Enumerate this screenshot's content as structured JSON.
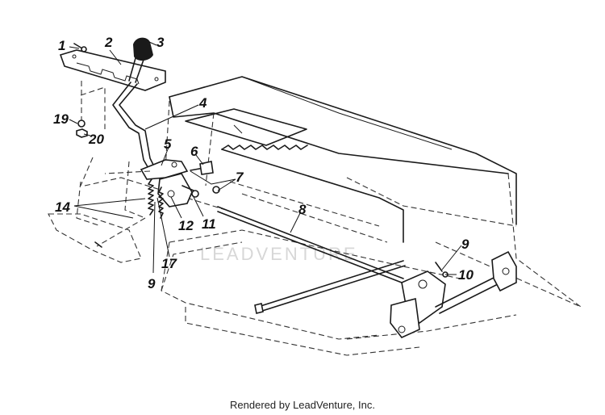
{
  "callouts": [
    {
      "id": "1",
      "label": "1"
    },
    {
      "id": "2",
      "label": "2"
    },
    {
      "id": "3",
      "label": "3"
    },
    {
      "id": "4",
      "label": "4"
    },
    {
      "id": "5",
      "label": "5"
    },
    {
      "id": "6",
      "label": "6"
    },
    {
      "id": "7",
      "label": "7"
    },
    {
      "id": "8",
      "label": "8"
    },
    {
      "id": "9a",
      "label": "9"
    },
    {
      "id": "9b",
      "label": "9"
    },
    {
      "id": "10",
      "label": "10"
    },
    {
      "id": "11",
      "label": "11"
    },
    {
      "id": "12",
      "label": "12"
    },
    {
      "id": "14",
      "label": "14"
    },
    {
      "id": "17",
      "label": "17"
    },
    {
      "id": "19",
      "label": "19"
    },
    {
      "id": "20",
      "label": "20"
    }
  ],
  "footer": {
    "text": "Rendered by LeadVenture, Inc."
  },
  "watermark": {
    "text": "LEADVENTURE"
  },
  "colors": {
    "ink": "#1a1a1a",
    "background": "#ffffff",
    "watermark": "#d7d7d7"
  }
}
